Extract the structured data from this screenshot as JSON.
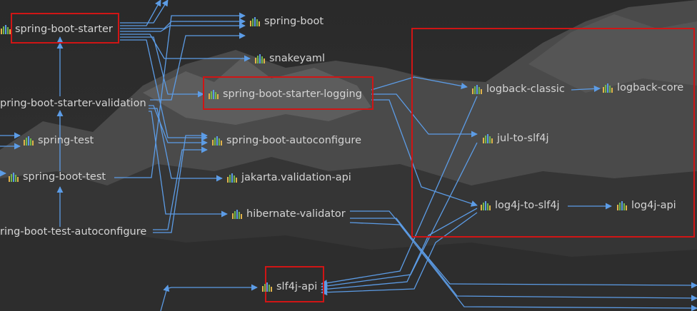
{
  "nodes": [
    {
      "id": "sbs",
      "label": "spring-boot-starter",
      "icon": "library-icon"
    },
    {
      "id": "sb",
      "label": "spring-boot",
      "icon": "library-icon"
    },
    {
      "id": "snake",
      "label": "snakeyaml",
      "icon": "library-icon"
    },
    {
      "id": "sbsl",
      "label": "spring-boot-starter-logging",
      "icon": "library-icon"
    },
    {
      "id": "sbsv",
      "label": "pring-boot-starter-validation",
      "icon": "none"
    },
    {
      "id": "st",
      "label": "spring-test",
      "icon": "library-icon"
    },
    {
      "id": "sbac",
      "label": "spring-boot-autoconfigure",
      "icon": "library-icon"
    },
    {
      "id": "sbt",
      "label": "spring-boot-test",
      "icon": "library-icon"
    },
    {
      "id": "jva",
      "label": "jakarta.validation-api",
      "icon": "library-icon"
    },
    {
      "id": "hv",
      "label": "hibernate-validator",
      "icon": "library-icon"
    },
    {
      "id": "sbtac",
      "label": "ring-boot-test-autoconfigure",
      "icon": "none"
    },
    {
      "id": "slf4j",
      "label": "slf4j-api",
      "icon": "library-icon"
    },
    {
      "id": "lbc",
      "label": "logback-classic",
      "icon": "library-icon"
    },
    {
      "id": "lbcore",
      "label": "logback-core",
      "icon": "library-icon"
    },
    {
      "id": "jul",
      "label": "jul-to-slf4j",
      "icon": "library-icon"
    },
    {
      "id": "l4js",
      "label": "log4j-to-slf4j",
      "icon": "library-icon"
    },
    {
      "id": "l4japi",
      "label": "log4j-api",
      "icon": "library-icon"
    }
  ],
  "colors": {
    "edge": "#5c9ce6",
    "highlight": "#d01515",
    "text": "#d4d4d4",
    "background": "#2b2b2b"
  }
}
